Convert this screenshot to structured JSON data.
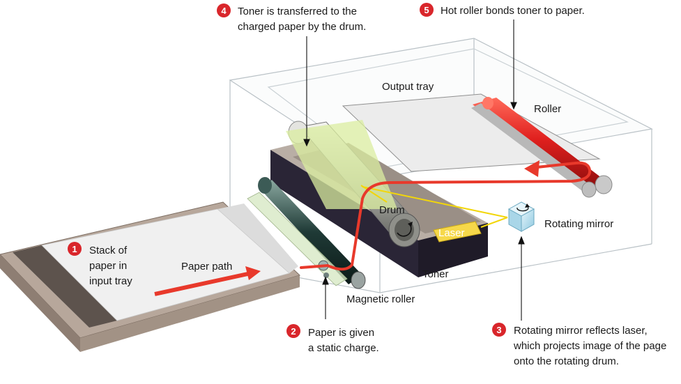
{
  "steps": [
    {
      "number": "1",
      "lines": [
        "Stack of",
        "paper in",
        "input tray"
      ]
    },
    {
      "number": "2",
      "lines": [
        "Paper is given",
        "a static charge."
      ]
    },
    {
      "number": "3",
      "lines": [
        "Rotating mirror reflects laser,",
        "which projects image of the page",
        "onto the rotating drum."
      ]
    },
    {
      "number": "4",
      "lines": [
        "Toner is transferred to the",
        "charged paper by the drum."
      ]
    },
    {
      "number": "5",
      "lines": [
        "Hot roller bonds toner to paper."
      ]
    }
  ],
  "labels": {
    "output_tray": "Output tray",
    "roller": "Roller",
    "drum": "Drum",
    "laser": "Laser",
    "rotating_mirror": "Rotating mirror",
    "toner": "Toner",
    "magnetic_roller": "Magnetic roller",
    "paper_path": "Paper path"
  },
  "colors": {
    "badge": "#d9262b",
    "paper_path": "#e8392b",
    "hot_roller": "#e0201e",
    "drum_tint": "#dbeea0",
    "laser_beam": "#f2d60a",
    "toner_base": "#9a8f86",
    "tray": "#b7a79b"
  }
}
